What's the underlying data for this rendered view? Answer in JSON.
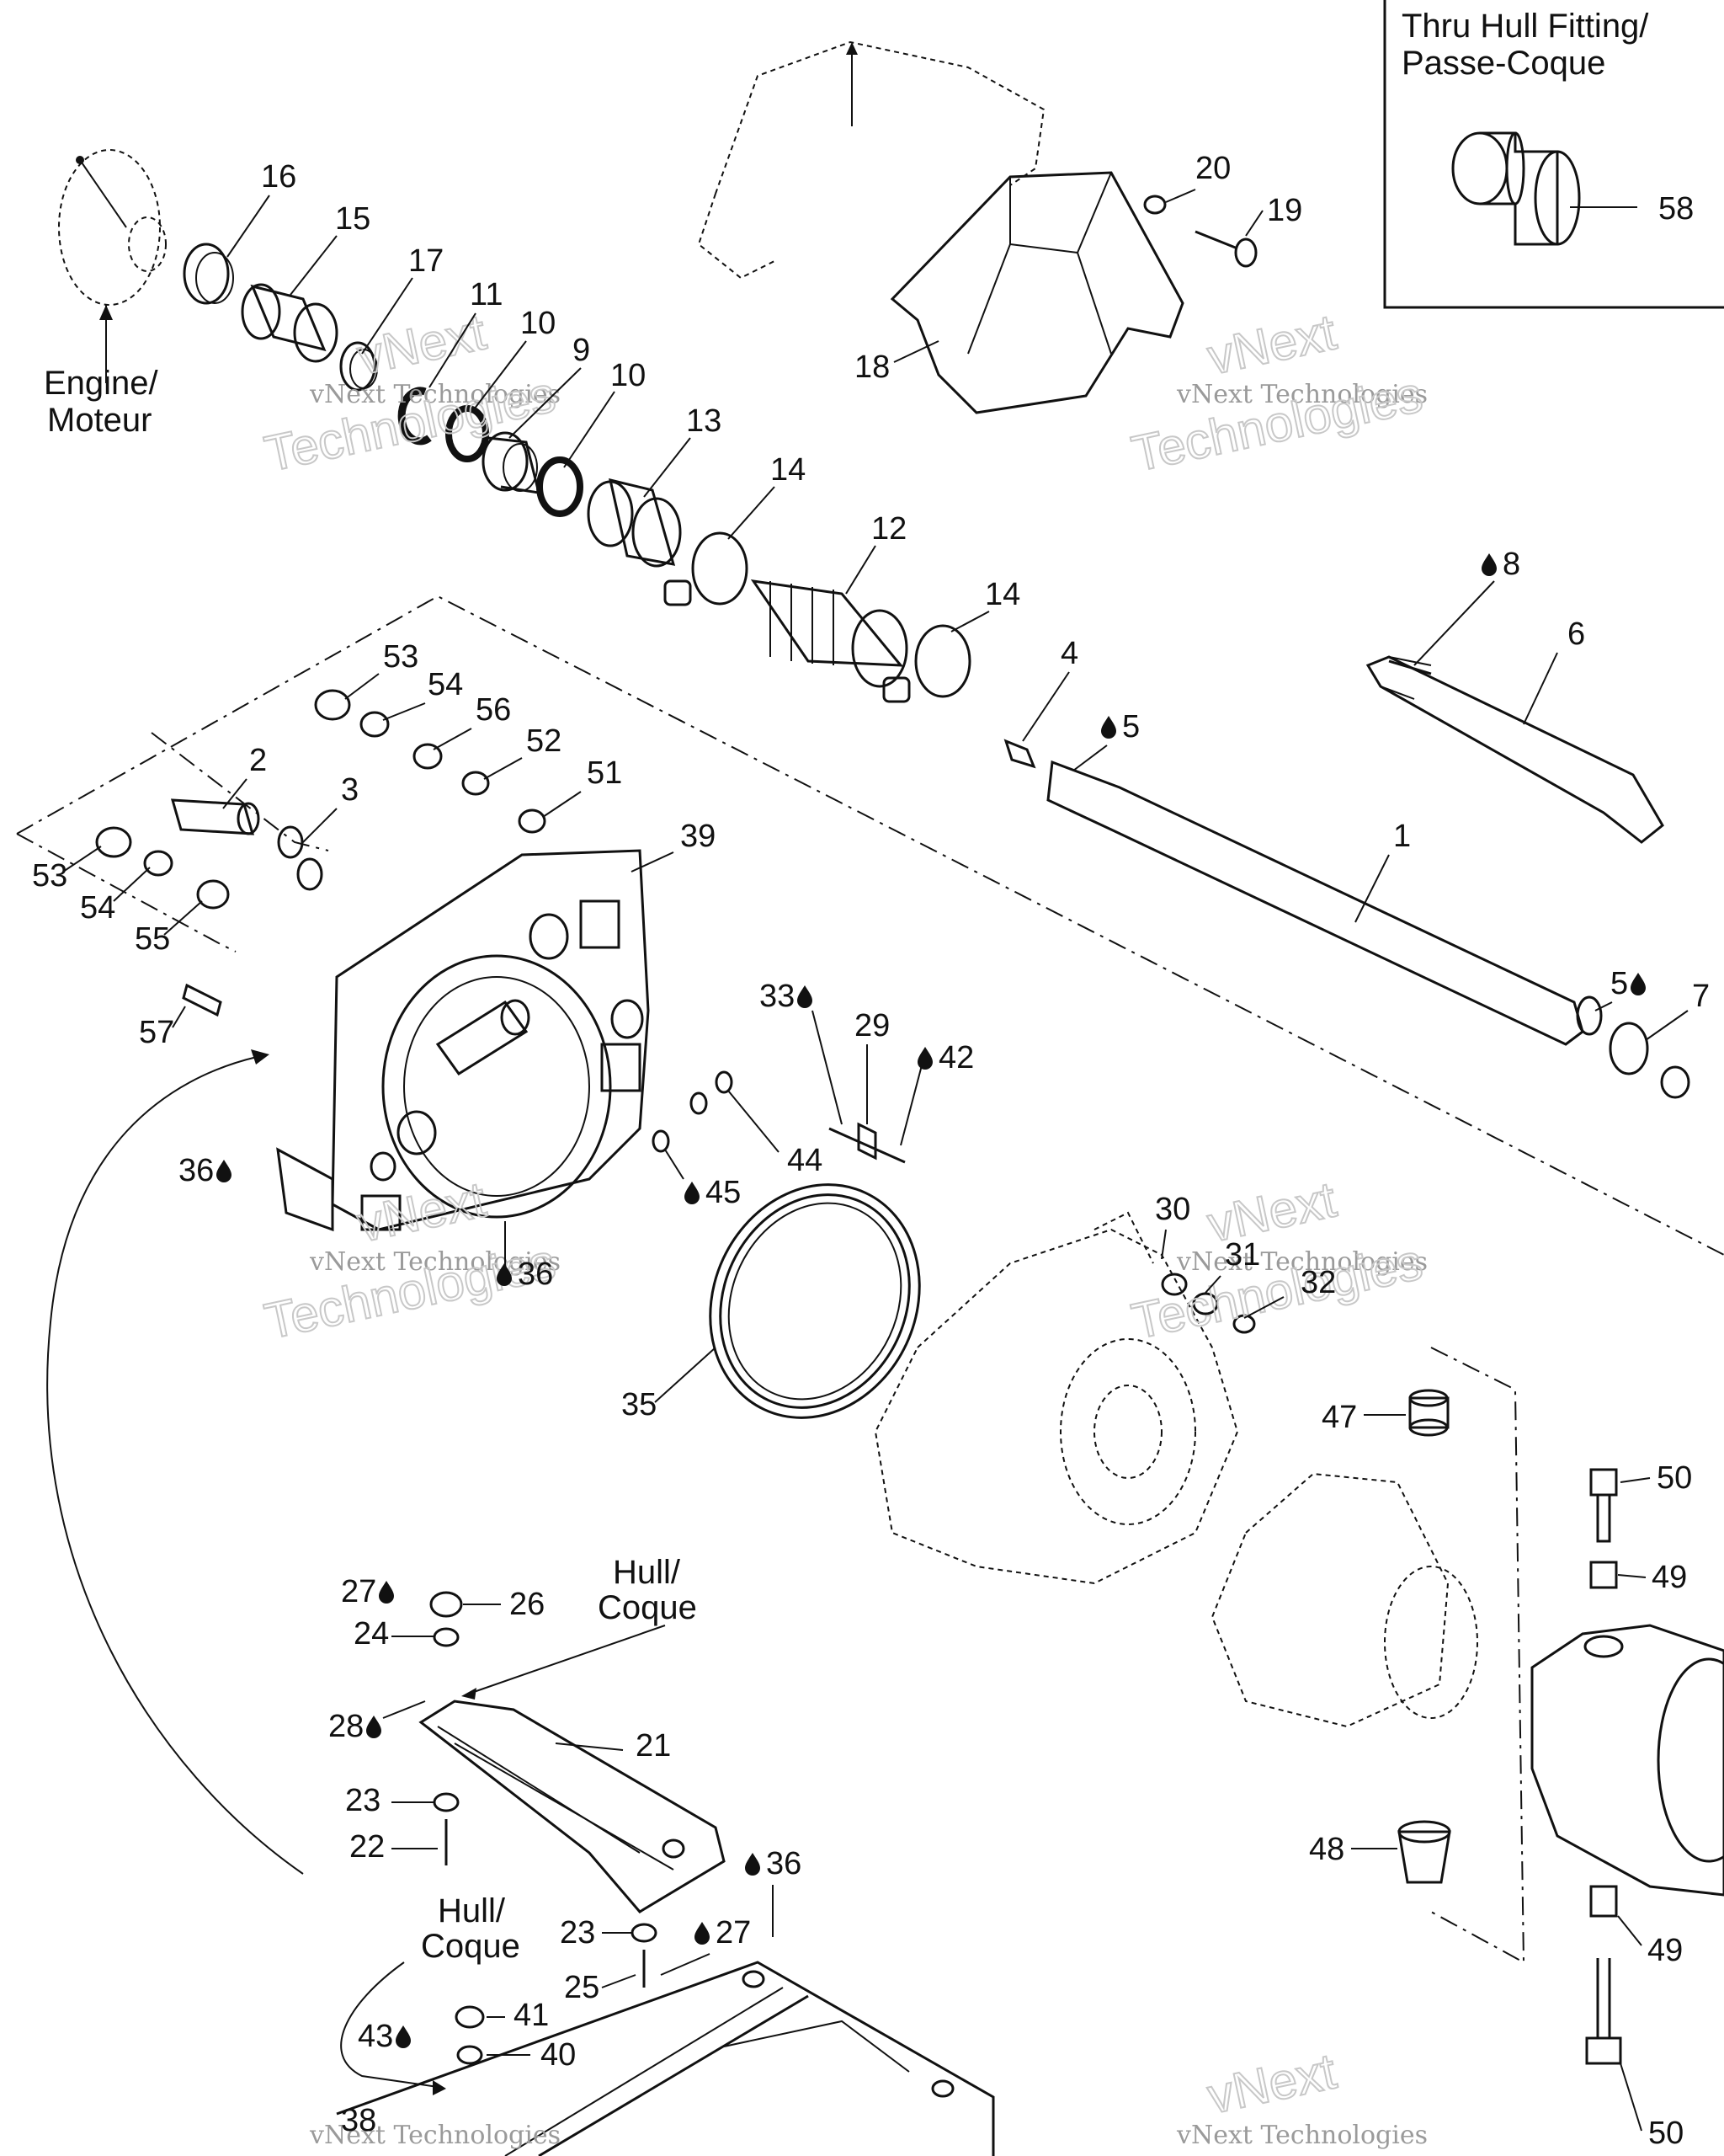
{
  "inset": {
    "title_line1": "Thru Hull Fitting/",
    "title_line2": "Passe-Coque"
  },
  "notes": {
    "engine_line1": "Engine/",
    "engine_line2": "Moteur",
    "hull_a_line1": "Hull/",
    "hull_a_line2": "Coque",
    "hull_b_line1": "Hull/",
    "hull_b_line2": "Coque"
  },
  "watermark": {
    "small": "vNext Technologies",
    "big_line1": "vNext",
    "big_line2": "Technologies"
  },
  "labels": [
    "16",
    "15",
    "17",
    "11",
    "10",
    "9",
    "10",
    "13",
    "14",
    "12",
    "14",
    "20",
    "19",
    "18",
    "58",
    "8",
    "6",
    "4",
    "5",
    "1",
    "5",
    "7",
    "53",
    "54",
    "56",
    "52",
    "51",
    "2",
    "3",
    "53",
    "54",
    "55",
    "39",
    "57",
    "33",
    "29",
    "42",
    "44",
    "45",
    "36",
    "36",
    "30",
    "31",
    "32",
    "35",
    "47",
    "50",
    "49",
    "27",
    "26",
    "24",
    "28",
    "21",
    "23",
    "22",
    "36",
    "23",
    "27",
    "25",
    "41",
    "40",
    "43",
    "38",
    "48",
    "49",
    "50"
  ],
  "icons": [
    "drop-icon"
  ]
}
